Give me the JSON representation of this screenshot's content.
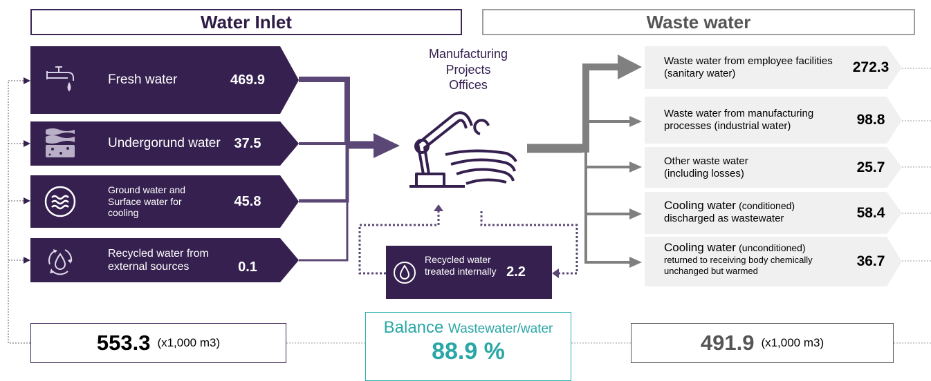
{
  "headers": {
    "inlet": "Water Inlet",
    "waste": "Waste water"
  },
  "inlet_rows": [
    {
      "label": "Fresh water",
      "value": "469.9",
      "icon": "faucet-icon"
    },
    {
      "label": "Undergorund water",
      "value": "37.5",
      "icon": "underground-layers-icon"
    },
    {
      "label": "Ground water and Surface water for cooling",
      "value": "45.8",
      "icon": "waves-circle-icon"
    },
    {
      "label": "Recycled water from external sources",
      "value": "0.1",
      "icon": "recycle-drop-icon"
    }
  ],
  "center": {
    "line1": "Manufacturing",
    "line2": "Projects",
    "line3": "Offices",
    "icon": "robot-arm-water-icon"
  },
  "recycled_internal": {
    "label": "Recycled water treated internally",
    "value": "2.2",
    "icon": "water-drop-circle-icon"
  },
  "waste_rows": [
    {
      "label": "Waste water from employee facilities (sanitary water)",
      "value": "272.3"
    },
    {
      "label": "Waste water from manufacturing processes (industrial water)",
      "value": "98.8"
    },
    {
      "label": "Other waste water (including losses)",
      "value": "25.7"
    },
    {
      "label_main": "Cooling water",
      "label_paren": "(conditioned)",
      "label_rest": "discharged as wastewater",
      "value": "58.4"
    },
    {
      "label_main": "Cooling water",
      "label_paren": "(unconditioned)",
      "label_rest": "returned to receiving body chemically unchanged but warmed",
      "value": "36.7"
    }
  ],
  "totals": {
    "inlet_total": "553.3",
    "inlet_unit": "(x1,000 m3)",
    "waste_total": "491.9",
    "waste_unit": "(x1,000 m3)"
  },
  "balance": {
    "label": "Balance",
    "label_small": "Wastewater/water",
    "value": "88.9 %"
  },
  "colors": {
    "purple": "#35204f",
    "grey_arrow": "#7f7f7f",
    "teal": "#2aa6a6",
    "light_grey": "#f0f0f0"
  }
}
